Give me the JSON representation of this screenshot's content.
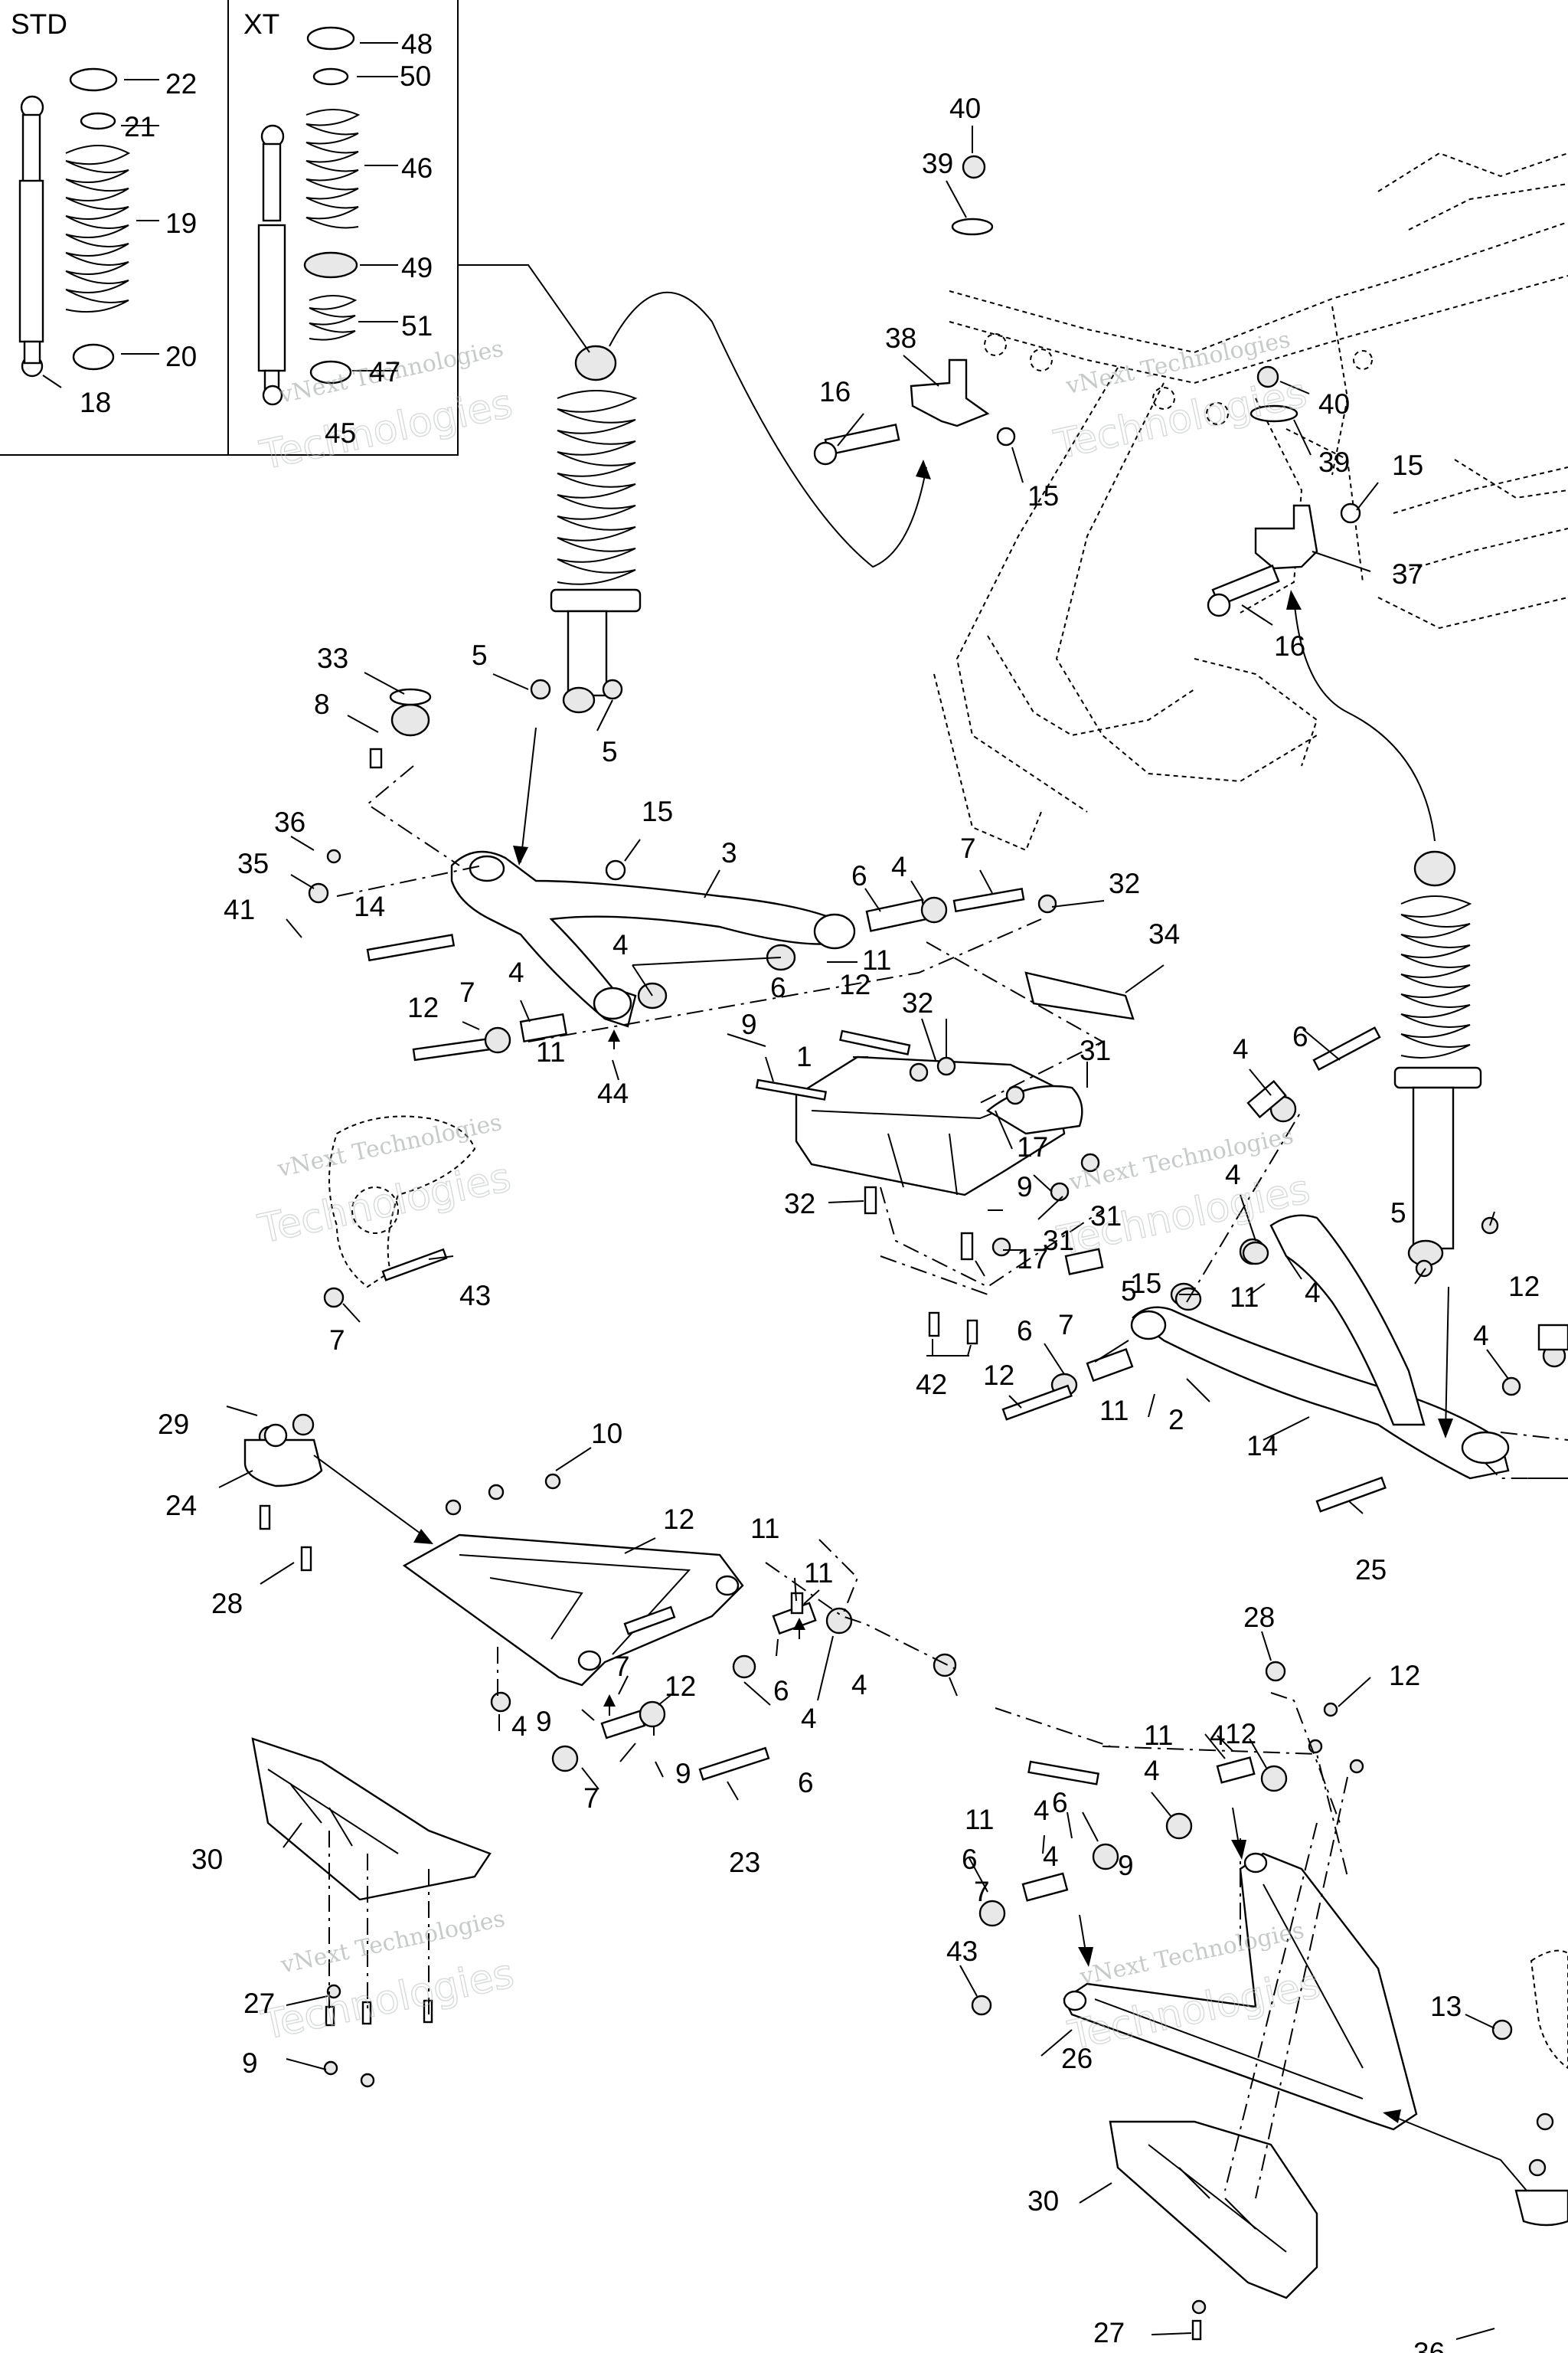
{
  "panels": {
    "std_label": "STD",
    "xt_label": "XT"
  },
  "watermark": {
    "line1": "vNext Technologies",
    "line2": "Technologies"
  },
  "callouts": [
    "22",
    "21",
    "19",
    "20",
    "18",
    "48",
    "50",
    "46",
    "49",
    "51",
    "47",
    "45",
    "40",
    "39",
    "38",
    "16",
    "15",
    "40",
    "39",
    "15",
    "37",
    "16",
    "33",
    "8",
    "5",
    "5",
    "36",
    "35",
    "41",
    "14",
    "15",
    "3",
    "6",
    "4",
    "7",
    "32",
    "34",
    "4",
    "11",
    "12",
    "7",
    "4",
    "6",
    "12",
    "11",
    "44",
    "9",
    "32",
    "1",
    "31",
    "32",
    "17",
    "9",
    "31",
    "17",
    "31",
    "42",
    "43",
    "7",
    "6",
    "4",
    "4",
    "5",
    "5",
    "12",
    "11",
    "4",
    "15",
    "4",
    "6",
    "7",
    "12",
    "11",
    "2",
    "14",
    "25",
    "29",
    "24",
    "28",
    "10",
    "12",
    "11",
    "11",
    "7",
    "12",
    "9",
    "6",
    "4",
    "4",
    "4",
    "6",
    "9",
    "7",
    "23",
    "30",
    "27",
    "9",
    "28",
    "12",
    "11",
    "4",
    "4",
    "12",
    "11",
    "4",
    "6",
    "4",
    "6",
    "7",
    "9",
    "43",
    "13",
    "26",
    "30",
    "27",
    "24",
    "36",
    "35",
    "41"
  ]
}
